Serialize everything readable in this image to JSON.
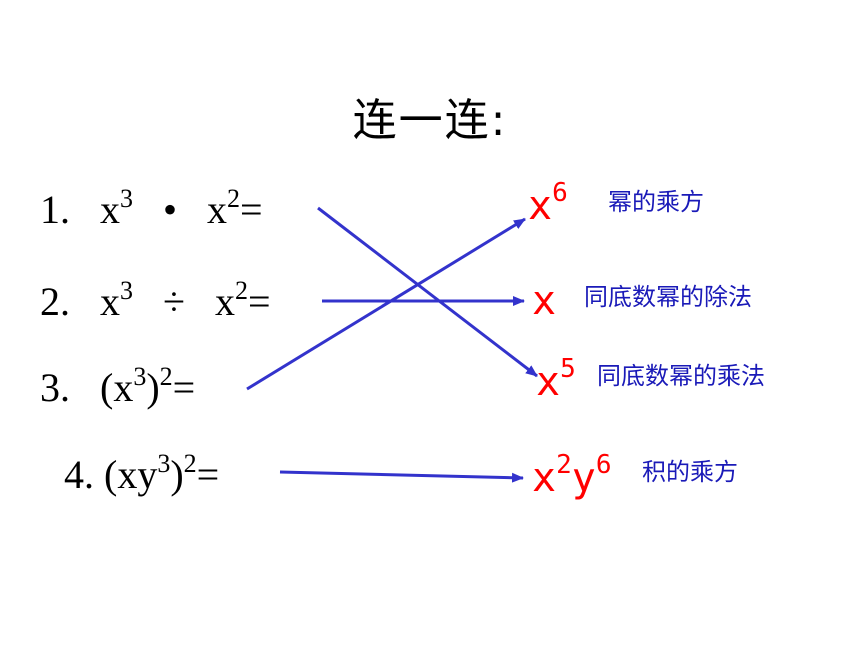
{
  "title": "连一连:",
  "left": [
    {
      "num": "1.",
      "base1": "x",
      "exp1": "3",
      "op": "•",
      "base2": "x",
      "exp2": "2",
      "eq": "="
    },
    {
      "num": "2.",
      "base1": "x",
      "exp1": "3",
      "op": "÷",
      "base2": "x",
      "exp2": "2",
      "eq": "="
    },
    {
      "num": "3.",
      "pre": "(x",
      "exp_in": "3",
      "post": ")",
      "exp_out": "2",
      "eq": "="
    },
    {
      "num": "4.",
      "pre": "(xy",
      "exp_in": "3",
      "post": ")",
      "exp_out": "2",
      "eq": "="
    }
  ],
  "right": [
    {
      "b1": "x",
      "e1": "6",
      "b2": "",
      "e2": "",
      "rule": "幂的乘方"
    },
    {
      "b1": "x",
      "e1": "",
      "b2": "",
      "e2": "",
      "rule": "同底数幂的除法"
    },
    {
      "b1": "x",
      "e1": "5",
      "b2": "",
      "e2": "",
      "rule": "同底数幂的乘法"
    },
    {
      "b1": "x",
      "e1": "2",
      "b2": "y",
      "e2": "6",
      "rule": "积的乘方"
    }
  ],
  "colors": {
    "result": "#ff0000",
    "rule": "#1a1ab8",
    "arrow": "#3333cc"
  }
}
